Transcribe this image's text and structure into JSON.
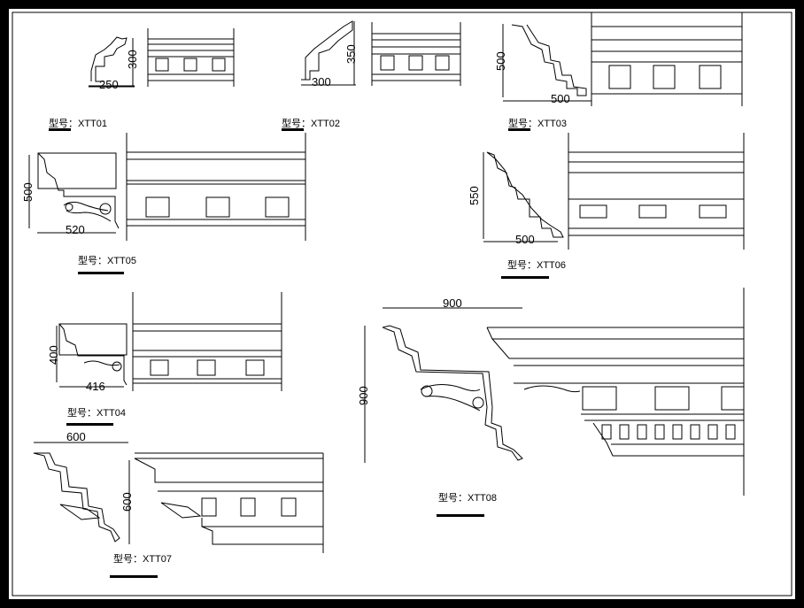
{
  "drawing": {
    "models": [
      {
        "id": "xtt01",
        "label": "型号：XTT01",
        "dim_h": "250",
        "dim_v": "300"
      },
      {
        "id": "xtt02",
        "label": "型号：XTT02",
        "dim_h": "300",
        "dim_v": "350"
      },
      {
        "id": "xtt03",
        "label": "型号：XTT03",
        "dim_h": "500",
        "dim_v": "500"
      },
      {
        "id": "xtt05",
        "label": "型号：XTT05",
        "dim_h": "520",
        "dim_v": "500"
      },
      {
        "id": "xtt06",
        "label": "型号：XTT06",
        "dim_h": "500",
        "dim_v": "550"
      },
      {
        "id": "xtt04",
        "label": "型号：XTT04",
        "dim_h": "416",
        "dim_v": "400"
      },
      {
        "id": "xtt07",
        "label": "型号：XTT07",
        "dim_h": "600",
        "dim_v": "600"
      },
      {
        "id": "xtt08",
        "label": "型号：XTT08",
        "dim_h": "900",
        "dim_v": "900"
      }
    ]
  }
}
